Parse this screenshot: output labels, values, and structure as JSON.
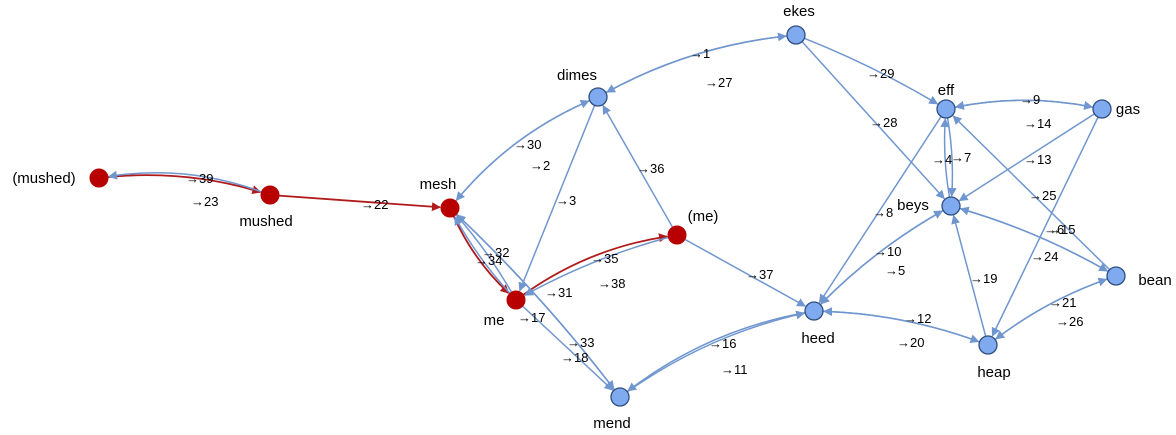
{
  "colors": {
    "node_blue": "#7faaf0",
    "node_red": "#b80000",
    "node_stroke_blue": "#2f4f7f",
    "edge_blue": "#7096cf",
    "edge_red": "#b01a1a"
  },
  "nodes": [
    {
      "id": "(mushed)",
      "label": "(mushed)",
      "kind": "red"
    },
    {
      "id": "mushed",
      "label": "mushed",
      "kind": "red"
    },
    {
      "id": "mesh",
      "label": "mesh",
      "kind": "red"
    },
    {
      "id": "me",
      "label": "me",
      "kind": "red"
    },
    {
      "id": "(me)",
      "label": "(me)",
      "kind": "red"
    },
    {
      "id": "dimes",
      "label": "dimes",
      "kind": "blue"
    },
    {
      "id": "ekes",
      "label": "ekes",
      "kind": "blue"
    },
    {
      "id": "eff",
      "label": "eff",
      "kind": "blue"
    },
    {
      "id": "gas",
      "label": "gas",
      "kind": "blue"
    },
    {
      "id": "beys",
      "label": "beys",
      "kind": "blue"
    },
    {
      "id": "bean",
      "label": "bean",
      "kind": "blue"
    },
    {
      "id": "heed",
      "label": "heed",
      "kind": "blue"
    },
    {
      "id": "heap",
      "label": "heap",
      "kind": "blue"
    },
    {
      "id": "mend",
      "label": "mend",
      "kind": "blue"
    }
  ],
  "edges": [
    {
      "from": "(mushed)",
      "to": "mushed",
      "label": "→39",
      "kind": "red"
    },
    {
      "from": "mushed",
      "to": "(mushed)",
      "label": "→23",
      "kind": "blue"
    },
    {
      "from": "mushed",
      "to": "mesh",
      "label": "→22",
      "kind": "red"
    },
    {
      "from": "mesh",
      "to": "me",
      "label": "→32",
      "kind": "red"
    },
    {
      "from": "me",
      "to": "(me)",
      "label": "→35",
      "kind": "red"
    },
    {
      "from": "(me)",
      "to": "me",
      "label": "→38",
      "kind": "blue"
    },
    {
      "from": "dimes",
      "to": "ekes",
      "label": "→1",
      "kind": "blue"
    },
    {
      "from": "ekes",
      "to": "dimes",
      "label": "→27",
      "kind": "blue"
    },
    {
      "from": "mesh",
      "to": "dimes",
      "label": "→30",
      "kind": "blue"
    },
    {
      "from": "dimes",
      "to": "mesh",
      "label": "→2",
      "kind": "blue"
    },
    {
      "from": "dimes",
      "to": "me",
      "label": "→3",
      "kind": "blue"
    },
    {
      "from": "(me)",
      "to": "dimes",
      "label": "→36",
      "kind": "blue"
    },
    {
      "from": "me",
      "to": "mesh",
      "label": "→34",
      "kind": "blue"
    },
    {
      "from": "me",
      "to": "mesh",
      "label": "→31",
      "kind": "blue"
    },
    {
      "from": "me",
      "to": "mend",
      "label": "→17",
      "kind": "blue"
    },
    {
      "from": "mesh",
      "to": "mend",
      "label": "→33",
      "kind": "blue"
    },
    {
      "from": "mend",
      "to": "mesh",
      "label": "→18",
      "kind": "blue"
    },
    {
      "from": "mend",
      "to": "heed",
      "label": "→16",
      "kind": "blue"
    },
    {
      "from": "heed",
      "to": "mend",
      "label": "→11",
      "kind": "blue"
    },
    {
      "from": "(me)",
      "to": "heed",
      "label": "→37",
      "kind": "blue"
    },
    {
      "from": "ekes",
      "to": "eff",
      "label": "→29",
      "kind": "blue"
    },
    {
      "from": "ekes",
      "to": "beys",
      "label": "→28",
      "kind": "blue"
    },
    {
      "from": "eff",
      "to": "gas",
      "label": "→9",
      "kind": "blue"
    },
    {
      "from": "gas",
      "to": "eff",
      "label": "→14",
      "kind": "blue"
    },
    {
      "from": "eff",
      "to": "beys",
      "label": "→7",
      "kind": "blue"
    },
    {
      "from": "beys",
      "to": "eff",
      "label": "→4",
      "kind": "blue"
    },
    {
      "from": "gas",
      "to": "beys",
      "label": "→13",
      "kind": "blue"
    },
    {
      "from": "bean",
      "to": "eff",
      "label": "→25",
      "kind": "blue"
    },
    {
      "from": "gas",
      "to": "heap",
      "label": "→6",
      "kind": "blue"
    },
    {
      "from": "eff",
      "to": "heed",
      "label": "→8",
      "kind": "blue"
    },
    {
      "from": "heed",
      "to": "beys",
      "label": "→10",
      "kind": "blue"
    },
    {
      "from": "beys",
      "to": "heed",
      "label": "→5",
      "kind": "blue"
    },
    {
      "from": "beys",
      "to": "bean",
      "label": "→15",
      "kind": "blue"
    },
    {
      "from": "bean",
      "to": "beys",
      "label": "→24",
      "kind": "blue"
    },
    {
      "from": "heap",
      "to": "beys",
      "label": "→19",
      "kind": "blue"
    },
    {
      "from": "heed",
      "to": "heap",
      "label": "→12",
      "kind": "blue"
    },
    {
      "from": "heap",
      "to": "heed",
      "label": "→20",
      "kind": "blue"
    },
    {
      "from": "heap",
      "to": "bean",
      "label": "→21",
      "kind": "blue"
    },
    {
      "from": "bean",
      "to": "heap",
      "label": "→26",
      "kind": "blue"
    }
  ]
}
